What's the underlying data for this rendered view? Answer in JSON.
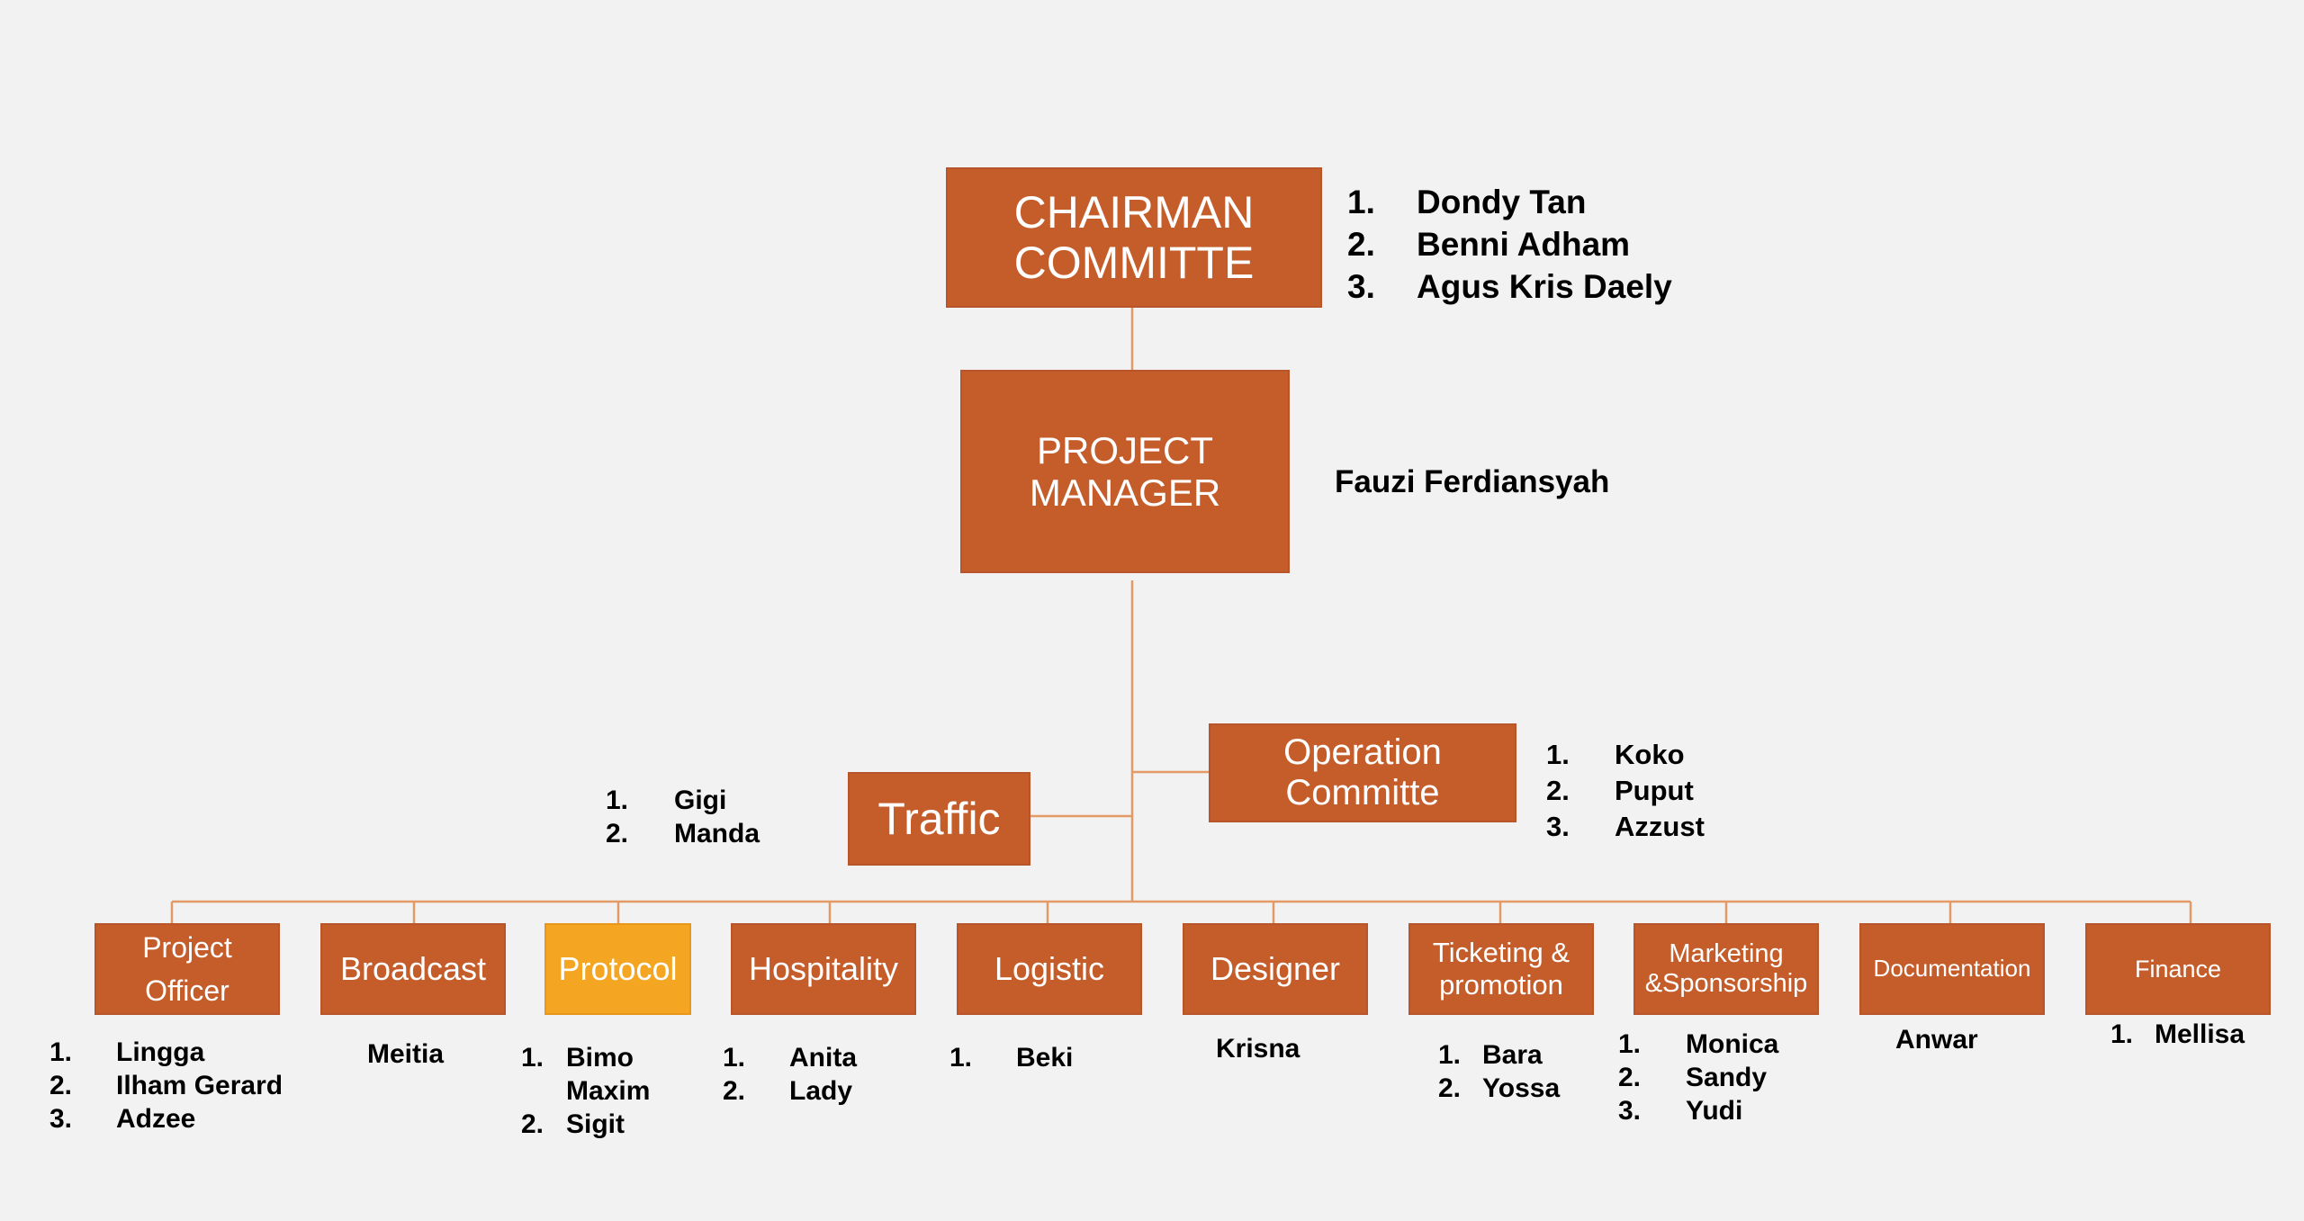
{
  "colors": {
    "background": "#f2f2f2",
    "box": "#c55d2b",
    "box_highlight": "#f4a622",
    "connector": "#e39a66",
    "text": "#000000"
  },
  "chairman": {
    "line1": "CHAIRMAN",
    "line2": "COMMITTE",
    "members": [
      {
        "num": "1.",
        "name": "Dondy Tan"
      },
      {
        "num": "2.",
        "name": "Benni Adham"
      },
      {
        "num": "3.",
        "name": "Agus Kris Daely"
      }
    ]
  },
  "project_manager": {
    "line1": "PROJECT",
    "line2": "MANAGER",
    "member": "Fauzi Ferdiansyah"
  },
  "operation": {
    "line1": "Operation",
    "line2": "Committe",
    "members": [
      {
        "num": "1.",
        "name": "Koko"
      },
      {
        "num": "2.",
        "name": "Puput"
      },
      {
        "num": "3.",
        "name": "Azzust"
      }
    ]
  },
  "traffic": {
    "label": "Traffic",
    "members": [
      {
        "num": "1.",
        "name": "Gigi"
      },
      {
        "num": "2.",
        "name": "Manda"
      }
    ]
  },
  "divisions": [
    {
      "line1": "Project",
      "line2": "Officer",
      "members": [
        {
          "num": "1.",
          "name": "Lingga"
        },
        {
          "num": "2.",
          "name": "Ilham Gerard"
        },
        {
          "num": "3.",
          "name": "Adzee"
        }
      ]
    },
    {
      "line1": "Broadcast",
      "members": [
        {
          "num": "",
          "name": "Meitia"
        }
      ]
    },
    {
      "line1": "Protocol",
      "members": [
        {
          "num": "1.",
          "name": "Bimo"
        },
        {
          "num": "",
          "name": "Maxim"
        },
        {
          "num": "2.",
          "name": "Sigit"
        }
      ]
    },
    {
      "line1": "Hospitality",
      "members": [
        {
          "num": "1.",
          "name": "Anita"
        },
        {
          "num": "2.",
          "name": "Lady"
        }
      ]
    },
    {
      "line1": "Logistic",
      "members": [
        {
          "num": "1.",
          "name": "Beki"
        }
      ]
    },
    {
      "line1": "Designer",
      "members": [
        {
          "num": "",
          "name": "Krisna"
        }
      ]
    },
    {
      "line1": "Ticketing &",
      "line2": "promotion",
      "members": [
        {
          "num": "1.",
          "name": "Bara"
        },
        {
          "num": "2.",
          "name": "Yossa"
        }
      ]
    },
    {
      "line1": "Marketing",
      "line2": "&Sponsorship",
      "members": [
        {
          "num": "1.",
          "name": "Monica"
        },
        {
          "num": "2.",
          "name": "Sandy"
        },
        {
          "num": "3.",
          "name": "Yudi"
        }
      ]
    },
    {
      "line1": "Documentation",
      "members": [
        {
          "num": "",
          "name": "Anwar"
        }
      ]
    },
    {
      "line1": "Finance",
      "members": [
        {
          "num": "1.",
          "name": "Mellisa"
        }
      ]
    }
  ]
}
